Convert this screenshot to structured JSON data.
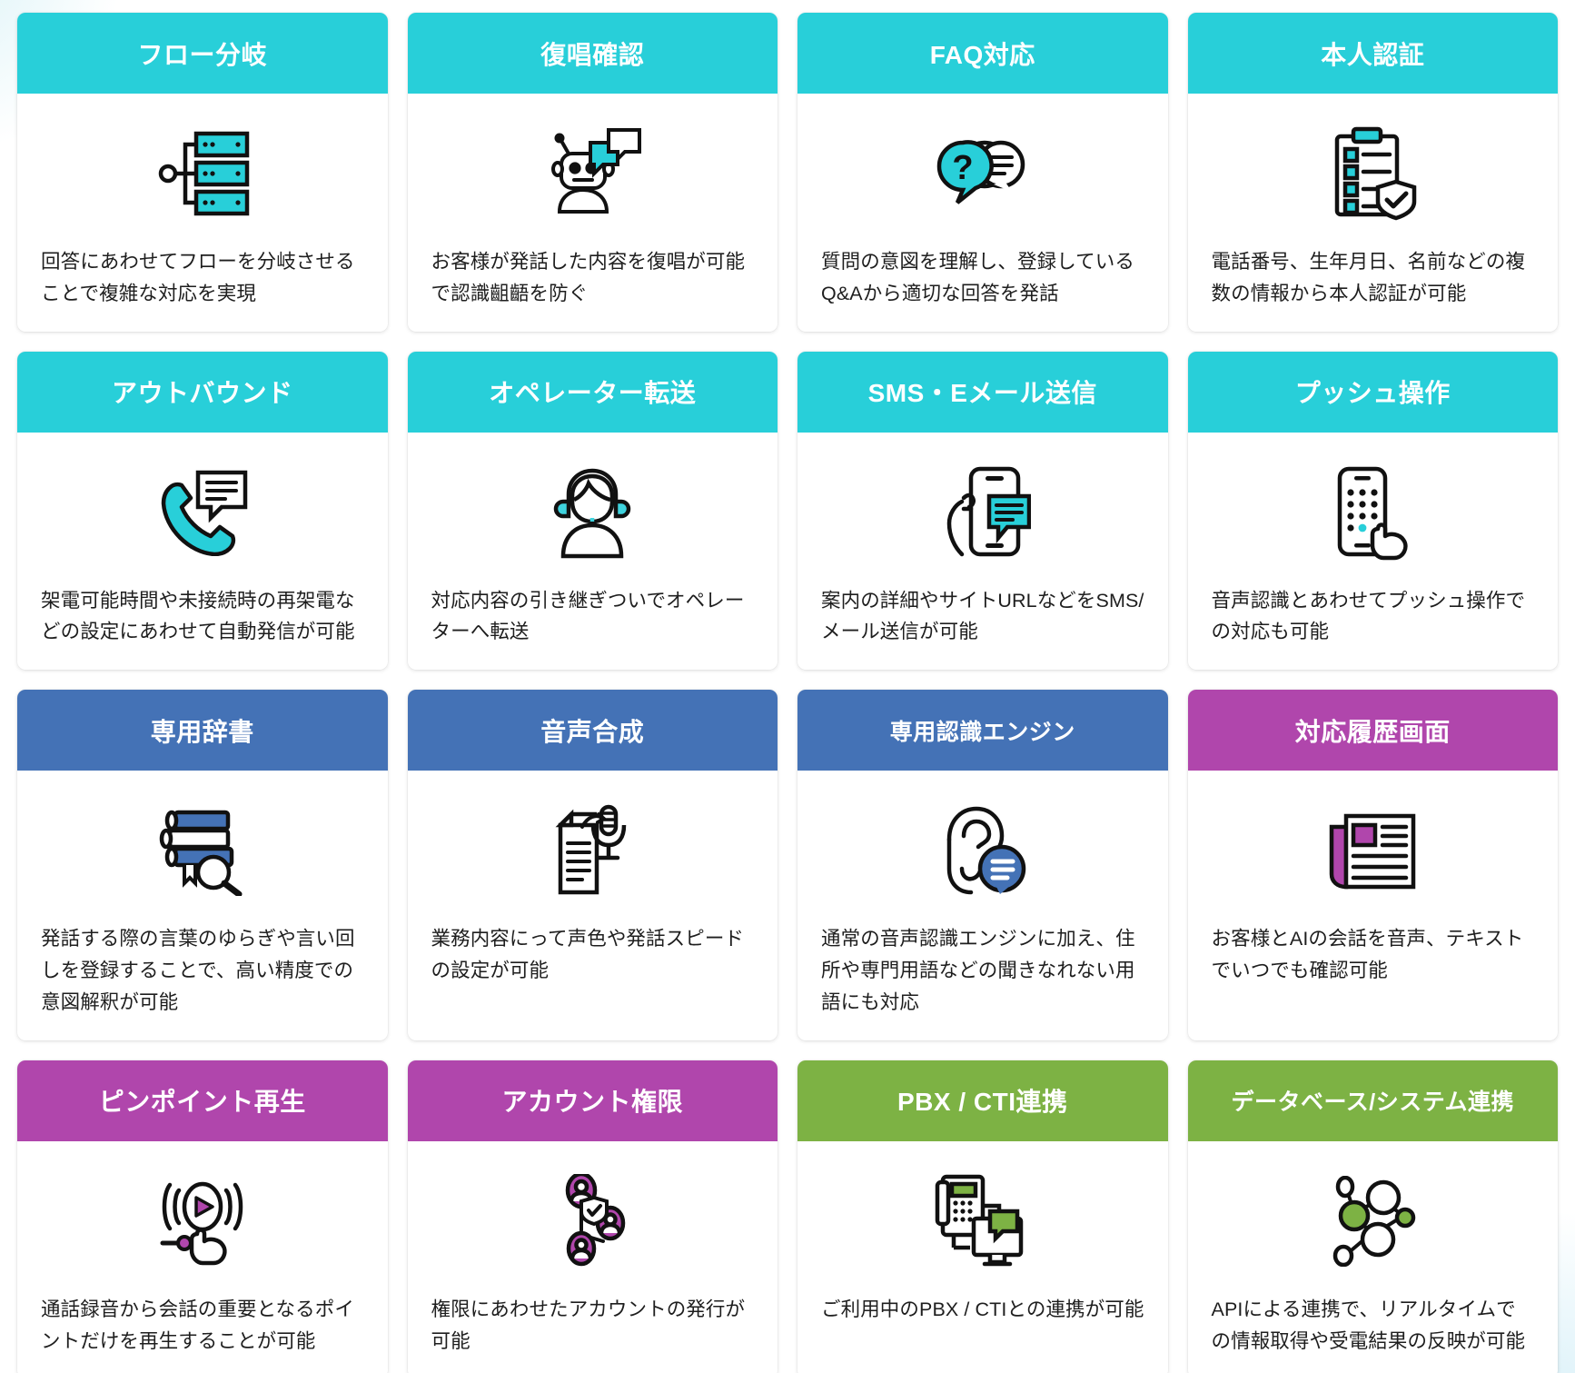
{
  "theme": {
    "teal": "#28CFD9",
    "blue": "#4472B6",
    "purple": "#B046AC",
    "green": "#7DB244",
    "card_bg": "#FFFFFF",
    "title_text": "#FFFFFF",
    "body_text": "#1E1E1E"
  },
  "cards": [
    {
      "title": "フロー分岐",
      "desc": "回答にあわせてフローを分岐させることで複雑な対応を実現",
      "color": "teal",
      "icon": "flow-branch-icon"
    },
    {
      "title": "復唱確認",
      "desc": "お客様が発話した内容を復唱が可能で認識齟齬を防ぐ",
      "color": "teal",
      "icon": "robot-speech-icon"
    },
    {
      "title": "FAQ対応",
      "desc": "質問の意図を理解し、登録しているQ&Aから適切な回答を発話",
      "color": "teal",
      "icon": "question-answer-bubble-icon"
    },
    {
      "title": "本人認証",
      "desc": "電話番号、生年月日、名前などの複数の情報から本人認証が可能",
      "color": "teal",
      "icon": "clipboard-shield-check-icon"
    },
    {
      "title": "アウトバウンド",
      "desc": "架電可能時間や未接続時の再架電などの設定にあわせて自動発信が可能",
      "color": "teal",
      "icon": "phone-message-icon"
    },
    {
      "title": "オペレーター転送",
      "desc": "対応内容の引き継ぎついでオペレーターへ転送",
      "color": "teal",
      "icon": "headset-operator-icon"
    },
    {
      "title": "SMS・Eメール送信",
      "desc": "案内の詳細やサイトURLなどをSMS/メール送信が可能",
      "color": "teal",
      "icon": "smartphone-message-icon"
    },
    {
      "title": "プッシュ操作",
      "desc": "音声認識とあわせてプッシュ操作での対応も可能",
      "color": "teal",
      "icon": "keypad-tap-icon"
    },
    {
      "title": "専用辞書",
      "desc": "発話する際の言葉のゆらぎや言い回しを登録することで、高い精度での意図解釈が可能",
      "color": "blue",
      "icon": "books-magnifier-icon"
    },
    {
      "title": "音声合成",
      "desc": "業務内容にって声色や発話スピードの設定が可能",
      "color": "blue",
      "icon": "document-microphone-icon"
    },
    {
      "title": "専用認識エンジン",
      "desc": "通常の音声認識エンジンに加え、住所や専門用語などの聞きなれない用語にも対応",
      "color": "blue",
      "icon": "ear-speech-icon"
    },
    {
      "title": "対応履歴画面",
      "desc": "お客様とAIの会話を音声、テキストでいつでも確認可能",
      "color": "purple",
      "icon": "newspaper-log-icon"
    },
    {
      "title": "ピンポイント再生",
      "desc": "通話録音から会話の重要となるポイントだけを再生することが可能",
      "color": "purple",
      "icon": "play-tap-icon"
    },
    {
      "title": "アカウント権限",
      "desc": "権限にあわせたアカウントの発行が可能",
      "color": "purple",
      "icon": "user-network-shield-icon"
    },
    {
      "title": "PBX / CTI連携",
      "desc": "ご利用中のPBX / CTIとの連携が可能",
      "color": "green",
      "icon": "phone-pc-link-icon"
    },
    {
      "title": "データベース/システム連携",
      "desc": "APIによる連携で、リアルタイムでの情報取得や受電結果の反映が可能",
      "color": "green",
      "icon": "node-network-icon"
    }
  ]
}
